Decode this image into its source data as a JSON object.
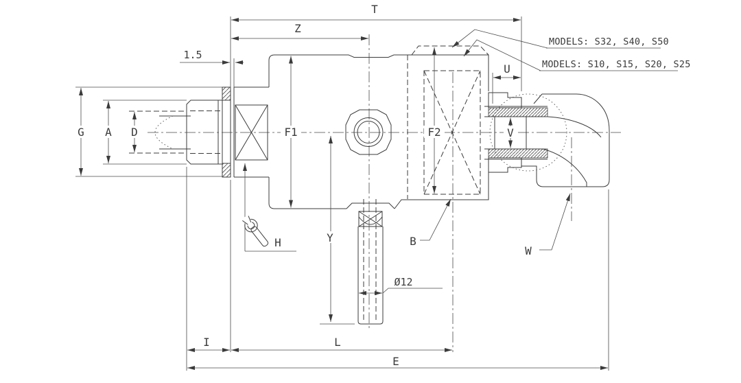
{
  "drawing": {
    "callouts": {
      "models_large": "MODELS: S32, S40, S50",
      "models_small": "MODELS: S10, S15, S20, S25"
    },
    "dimensions": {
      "T": "T",
      "Z": "Z",
      "U": "U",
      "gap": "1.5",
      "G": "G",
      "A": "A",
      "D": "D",
      "F1": "F1",
      "F2": "F2",
      "V": "V",
      "H": "H",
      "Y": "Y",
      "B": "B",
      "W": "W",
      "pipe_dia": "Ø12",
      "I": "I",
      "L": "L",
      "E": "E"
    },
    "colors": {
      "line": "#3b3b3b",
      "background": "#ffffff"
    }
  }
}
